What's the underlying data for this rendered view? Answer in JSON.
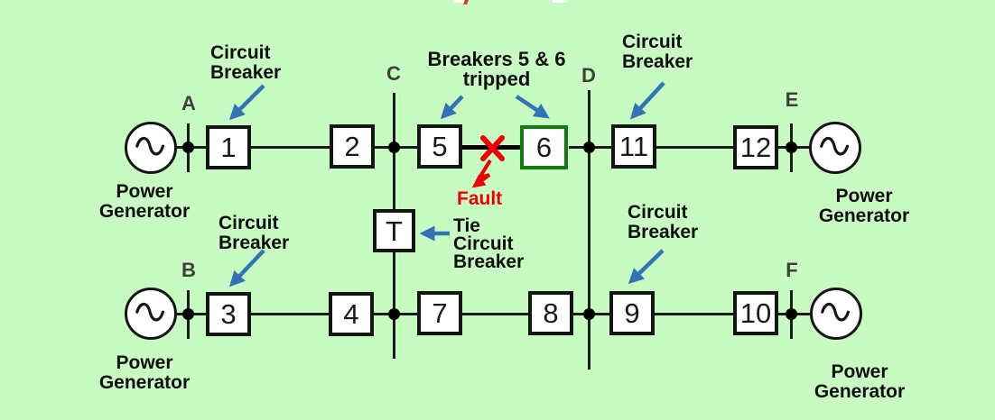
{
  "diagram_type": "power-system-one-line-diagram",
  "colors": {
    "background": "#c8fbc2",
    "line": "#1b1b1b",
    "arrow_blue": "#3273b5",
    "fault_red": "#ee0000",
    "tripped_green": "#117c11",
    "box_fill": "#ffffff"
  },
  "nodes": {
    "a": "A",
    "b": "B",
    "c": "C",
    "d": "D",
    "e": "E",
    "f": "F"
  },
  "breakers": {
    "b1": "1",
    "b2": "2",
    "b3": "3",
    "b4": "4",
    "b5": "5",
    "b6": "6",
    "b7": "7",
    "b8": "8",
    "b9": "9",
    "b10": "10",
    "b11": "11",
    "b12": "12",
    "tie": "T"
  },
  "tripped_breakers": [
    "5",
    "6"
  ],
  "fault_location": "between breakers 5 and 6",
  "annotations": {
    "cb_top_left": "Circuit\nBreaker",
    "tripped": "Breakers 5 & 6\ntripped",
    "cb_top_right": "Circuit\nBreaker",
    "cb_bottom_left": "Circuit\nBreaker",
    "cb_bottom_right": "Circuit\nBreaker",
    "tie": "Tie\nCircuit\nBreaker",
    "fault": "Fault"
  },
  "generators": {
    "label": "Power\nGenerator",
    "count": 4
  }
}
